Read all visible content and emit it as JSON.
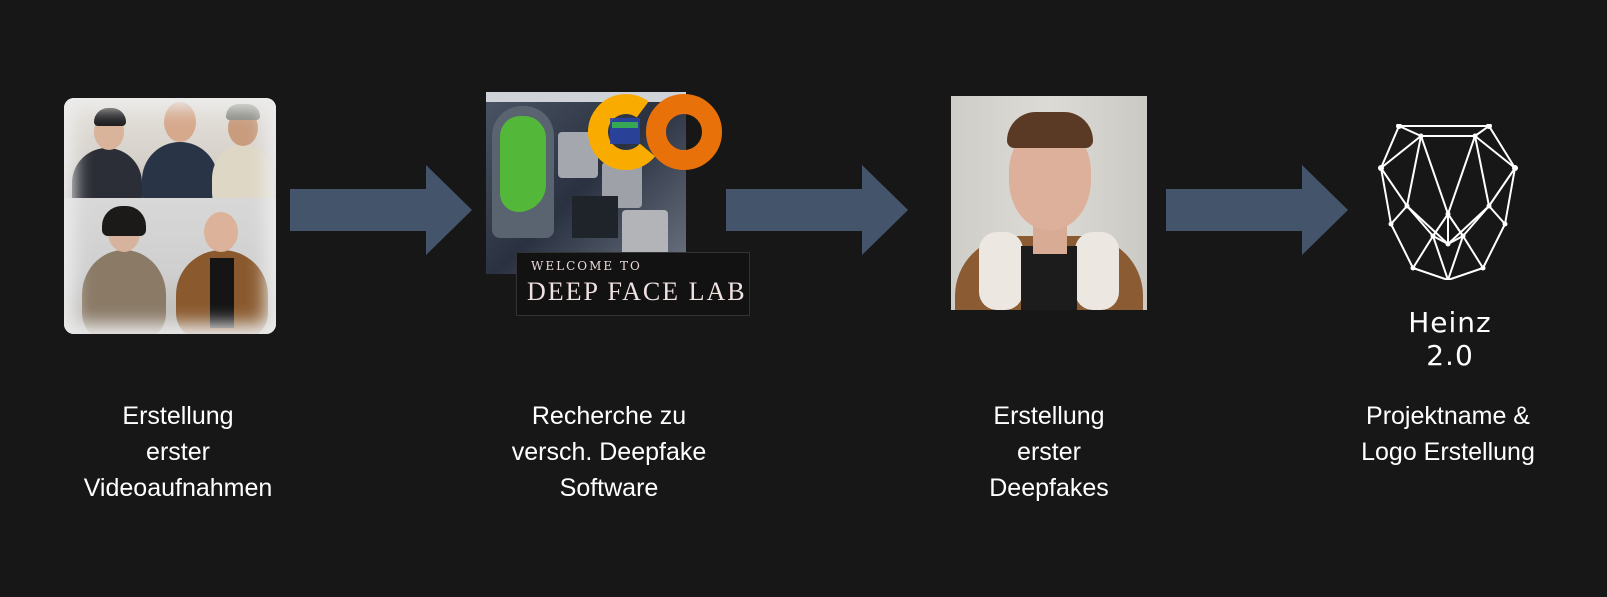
{
  "steps": [
    {
      "id": "step-1",
      "label_lines": [
        "Erstellung",
        "erster",
        "Videoaufnahmen"
      ]
    },
    {
      "id": "step-2",
      "label_lines": [
        "Recherche zu",
        "versch. Deepfake",
        "Software"
      ]
    },
    {
      "id": "step-3",
      "label_lines": [
        "Erstellung",
        "erster",
        "Deepfakes"
      ]
    },
    {
      "id": "step-4",
      "label_lines": [
        "Projektname &",
        "Logo Erstellung"
      ]
    }
  ],
  "deepfacelab": {
    "welcome": "WELCOME TO",
    "title": "DEEP FACE LAB"
  },
  "colab_logo": "CO",
  "brand": {
    "name": "Heinz 2.0"
  },
  "colors": {
    "background": "#171717",
    "arrow": "#44546a",
    "text": "#ffffff",
    "colab_orange": "#f9ab00",
    "colab_dark_orange": "#e8710a"
  },
  "icons": [
    "photo-collage-image",
    "deepfacelab-screenshot-image",
    "colab-logo-icon",
    "deepfake-portrait-image",
    "face-wireframe-logo-icon"
  ]
}
